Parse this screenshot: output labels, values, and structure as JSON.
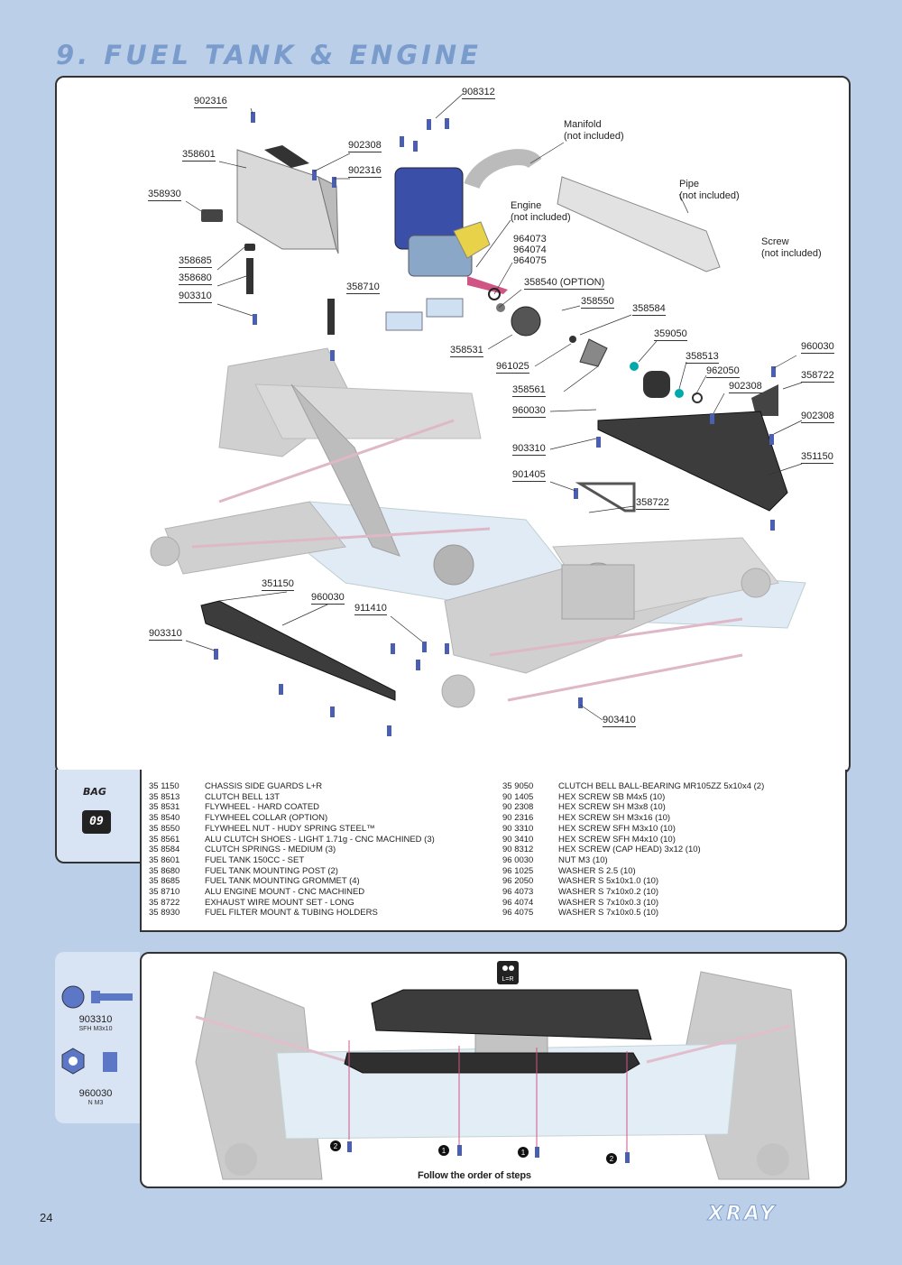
{
  "page": {
    "title": "9. FUEL TANK & ENGINE",
    "number": "24",
    "brand": "XRAY"
  },
  "callouts": [
    {
      "id": "c1",
      "text": "902316"
    },
    {
      "id": "c2",
      "text": "908312"
    },
    {
      "id": "c3",
      "text": "358601"
    },
    {
      "id": "c4",
      "text": "902308"
    },
    {
      "id": "c5",
      "text": "902316"
    },
    {
      "id": "c6",
      "text": "358930"
    },
    {
      "id": "c7",
      "text": "358685"
    },
    {
      "id": "c8",
      "text": "358680"
    },
    {
      "id": "c9",
      "text": "903310"
    },
    {
      "id": "c10",
      "text": "358710"
    },
    {
      "id": "c11",
      "text": "964073"
    },
    {
      "id": "c12",
      "text": "964074"
    },
    {
      "id": "c13",
      "text": "964075"
    },
    {
      "id": "c14",
      "text": "358540 (OPTION)"
    },
    {
      "id": "c15",
      "text": "358550"
    },
    {
      "id": "c16",
      "text": "358584"
    },
    {
      "id": "c17",
      "text": "358531"
    },
    {
      "id": "c18",
      "text": "961025"
    },
    {
      "id": "c19",
      "text": "359050"
    },
    {
      "id": "c20",
      "text": "358513"
    },
    {
      "id": "c21",
      "text": "960030"
    },
    {
      "id": "c22",
      "text": "962050"
    },
    {
      "id": "c23",
      "text": "358722"
    },
    {
      "id": "c24",
      "text": "902308"
    },
    {
      "id": "c25",
      "text": "358561"
    },
    {
      "id": "c26",
      "text": "960030"
    },
    {
      "id": "c27",
      "text": "902308"
    },
    {
      "id": "c28",
      "text": "903310"
    },
    {
      "id": "c29",
      "text": "351150"
    },
    {
      "id": "c30",
      "text": "901405"
    },
    {
      "id": "c31",
      "text": "358722"
    },
    {
      "id": "c32",
      "text": "351150"
    },
    {
      "id": "c33",
      "text": "960030"
    },
    {
      "id": "c34",
      "text": "911410"
    },
    {
      "id": "c35",
      "text": "903310"
    },
    {
      "id": "c36",
      "text": "903410"
    }
  ],
  "notes": {
    "manifold": [
      "Manifold",
      "(not included)"
    ],
    "engine": [
      "Engine",
      "(not included)"
    ],
    "pipe": [
      "Pipe",
      "(not included)"
    ],
    "screw": [
      "Screw",
      "(not included)"
    ]
  },
  "bag": {
    "label": "BAG",
    "number": "09"
  },
  "parts_left": [
    {
      "code": "35 1150",
      "desc": "CHASSIS SIDE GUARDS L+R"
    },
    {
      "code": "35 8513",
      "desc": "CLUTCH BELL 13T"
    },
    {
      "code": "35 8531",
      "desc": "FLYWHEEL - HARD COATED"
    },
    {
      "code": "35 8540",
      "desc": "FLYWHEEL COLLAR (OPTION)"
    },
    {
      "code": "35 8550",
      "desc": "FLYWHEEL NUT - HUDY SPRING STEEL™"
    },
    {
      "code": "35 8561",
      "desc": "ALU CLUTCH SHOES - LIGHT 1.71g - CNC MACHINED (3)"
    },
    {
      "code": "35 8584",
      "desc": "CLUTCH SPRINGS - MEDIUM (3)"
    },
    {
      "code": "35 8601",
      "desc": "FUEL TANK 150CC - SET"
    },
    {
      "code": "35 8680",
      "desc": "FUEL TANK MOUNTING POST (2)"
    },
    {
      "code": "35 8685",
      "desc": "FUEL TANK MOUNTING GROMMET (4)"
    },
    {
      "code": "35 8710",
      "desc": "ALU ENGINE MOUNT - CNC MACHINED"
    },
    {
      "code": "35 8722",
      "desc": "EXHAUST WIRE MOUNT SET - LONG"
    },
    {
      "code": "35 8930",
      "desc": "FUEL FILTER MOUNT & TUBING HOLDERS"
    }
  ],
  "parts_right": [
    {
      "code": "35 9050",
      "desc": "CLUTCH BELL BALL-BEARING MR105ZZ 5x10x4 (2)"
    },
    {
      "code": "90 1405",
      "desc": "HEX SCREW  SB M4x5  (10)"
    },
    {
      "code": "90 2308",
      "desc": "HEX SCREW  SH M3x8  (10)"
    },
    {
      "code": "90 2316",
      "desc": "HEX SCREW  SH M3x16  (10)"
    },
    {
      "code": "90 3310",
      "desc": "HEX SCREW  SFH M3x10  (10)"
    },
    {
      "code": "90 3410",
      "desc": "HEX SCREW  SFH M4x10  (10)"
    },
    {
      "code": "90 8312",
      "desc": "HEX SCREW (CAP HEAD) 3x12  (10)"
    },
    {
      "code": "96 0030",
      "desc": "NUT M3  (10)"
    },
    {
      "code": "96 1025",
      "desc": "WASHER S 2.5 (10)"
    },
    {
      "code": "96 2050",
      "desc": "WASHER S 5x10x1.0 (10)"
    },
    {
      "code": "96 4073",
      "desc": "WASHER S 7x10x0.2 (10)"
    },
    {
      "code": "96 4074",
      "desc": "WASHER S 7x10x0.3 (10)"
    },
    {
      "code": "96 4075",
      "desc": "WASHER S 7x10x0.5 (10)"
    }
  ],
  "hardware": [
    {
      "code": "903310",
      "spec": "SFH M3x10"
    },
    {
      "code": "960030",
      "spec": "N M3"
    }
  ],
  "step": {
    "instruction": "Follow the order of steps",
    "badge": "L=R",
    "orders": [
      "2",
      "1",
      "1",
      "2"
    ]
  }
}
